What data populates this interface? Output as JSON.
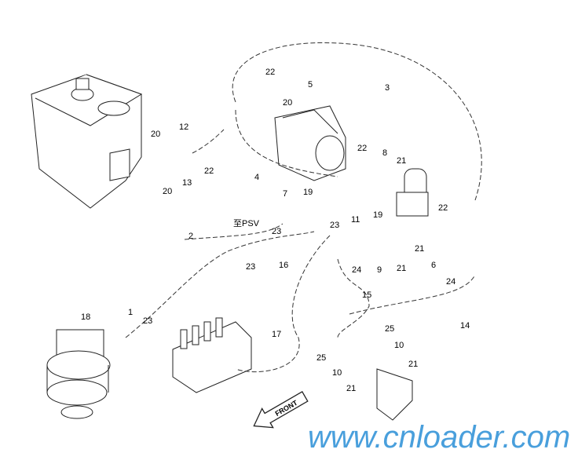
{
  "diagram": {
    "watermark": "www.cnloader.com",
    "direction_arrow": "FRONT",
    "psv_label": "至PSV",
    "callouts": [
      {
        "id": "c22a",
        "text": "22"
      },
      {
        "id": "c5",
        "text": "5"
      },
      {
        "id": "c3",
        "text": "3"
      },
      {
        "id": "c20a",
        "text": "20"
      },
      {
        "id": "c20b",
        "text": "20"
      },
      {
        "id": "c12",
        "text": "12"
      },
      {
        "id": "c22b",
        "text": "22"
      },
      {
        "id": "c13",
        "text": "13"
      },
      {
        "id": "c20c",
        "text": "20"
      },
      {
        "id": "c4",
        "text": "4"
      },
      {
        "id": "c22c",
        "text": "22"
      },
      {
        "id": "c8",
        "text": "8"
      },
      {
        "id": "c21a",
        "text": "21"
      },
      {
        "id": "c7",
        "text": "7"
      },
      {
        "id": "c19a",
        "text": "19"
      },
      {
        "id": "c23a",
        "text": "23"
      },
      {
        "id": "c11",
        "text": "11"
      },
      {
        "id": "c19b",
        "text": "19"
      },
      {
        "id": "c22d",
        "text": "22"
      },
      {
        "id": "c2",
        "text": "2"
      },
      {
        "id": "c23b",
        "text": "23"
      },
      {
        "id": "c16",
        "text": "16"
      },
      {
        "id": "c23c",
        "text": "23"
      },
      {
        "id": "c24a",
        "text": "24"
      },
      {
        "id": "c9",
        "text": "9"
      },
      {
        "id": "c21b",
        "text": "21"
      },
      {
        "id": "c21c",
        "text": "21"
      },
      {
        "id": "c6",
        "text": "6"
      },
      {
        "id": "c24b",
        "text": "24"
      },
      {
        "id": "c15",
        "text": "15"
      },
      {
        "id": "c1",
        "text": "1"
      },
      {
        "id": "c18",
        "text": "18"
      },
      {
        "id": "c23d",
        "text": "23"
      },
      {
        "id": "c17",
        "text": "17"
      },
      {
        "id": "c14",
        "text": "14"
      },
      {
        "id": "c25a",
        "text": "25"
      },
      {
        "id": "c10a",
        "text": "10"
      },
      {
        "id": "c25b",
        "text": "25"
      },
      {
        "id": "c10b",
        "text": "10"
      },
      {
        "id": "c21d",
        "text": "21"
      },
      {
        "id": "c21e",
        "text": "21"
      }
    ]
  }
}
